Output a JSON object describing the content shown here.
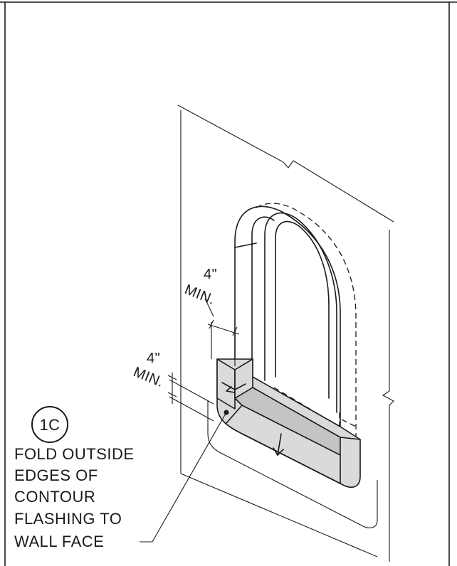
{
  "detail": {
    "tag": "1C",
    "dimension_vertical": {
      "value": "4\"",
      "unit_note": "MIN."
    },
    "dimension_horizontal": {
      "value": "4\"",
      "unit_note": "MIN."
    },
    "note_lines": [
      "FOLD OUTSIDE",
      "EDGES OF",
      "CONTOUR",
      "FLASHING TO",
      "WALL FACE"
    ]
  }
}
